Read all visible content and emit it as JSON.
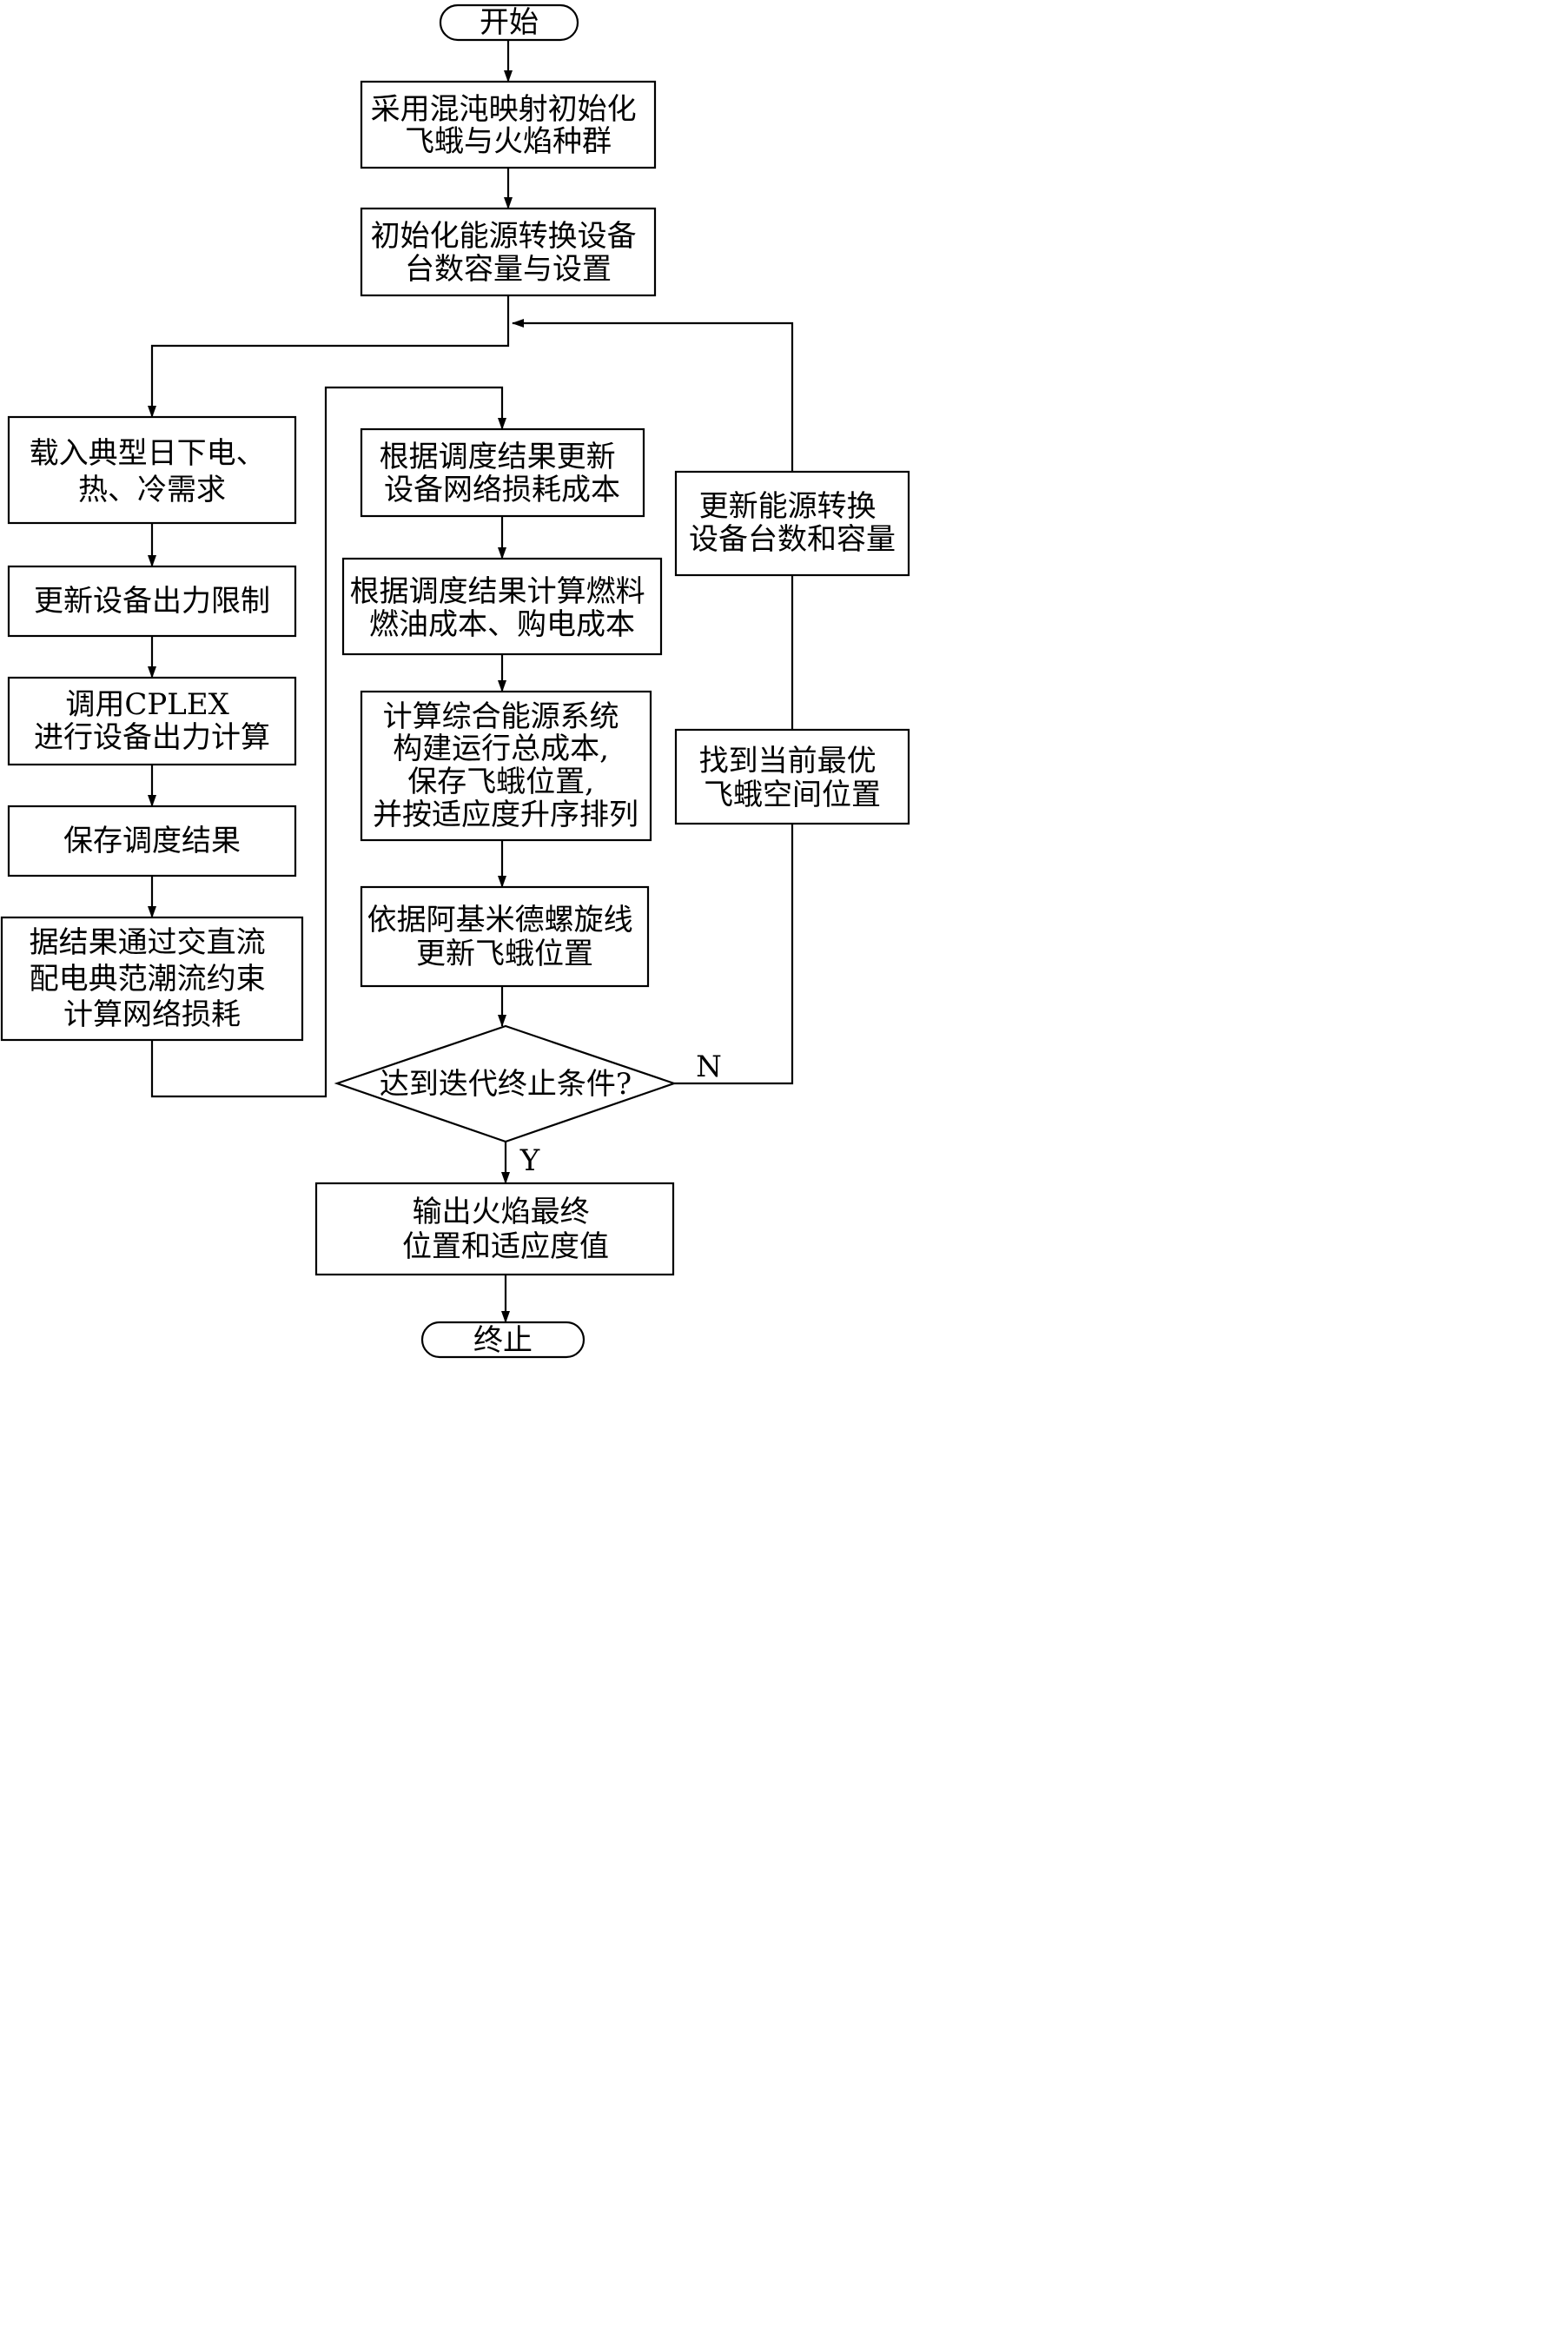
{
  "flowchart": {
    "start": "开始",
    "init_population": [
      "采用混沌映射初始化",
      "飞蛾与火焰种群"
    ],
    "init_devices": [
      "初始化能源转换设备",
      "台数容量与设置"
    ],
    "load_demand": [
      "载入典型日下电、",
      "热、冷需求"
    ],
    "update_limits": [
      "更新设备出力限制"
    ],
    "call_cplex": [
      "调用CPLEX",
      "进行设备出力计算"
    ],
    "save_dispatch": [
      "保存调度结果"
    ],
    "calc_network_loss": [
      "据结果通过交直流",
      "配电典范潮流约束",
      "计算网络损耗"
    ],
    "update_loss_cost": [
      "根据调度结果更新",
      "设备网络损耗成本"
    ],
    "calc_fuel_cost": [
      "根据调度结果计算燃料",
      "燃油成本、购电成本"
    ],
    "calc_total_cost": [
      "计算综合能源系统",
      "构建运行总成本,",
      "保存飞蛾位置,",
      "并按适应度升序排列"
    ],
    "update_moth_position": [
      "依据阿基米德螺旋线",
      "更新飞蛾位置"
    ],
    "termination_check": "达到迭代终止条件?",
    "branch_no": "N",
    "branch_yes": "Y",
    "find_best_moth": [
      "找到当前最优",
      "飞蛾空间位置"
    ],
    "update_device_count": [
      "更新能源转换",
      "设备台数和容量"
    ],
    "output_result": [
      "输出火焰最终",
      "位置和适应度值"
    ],
    "end": "终止"
  }
}
